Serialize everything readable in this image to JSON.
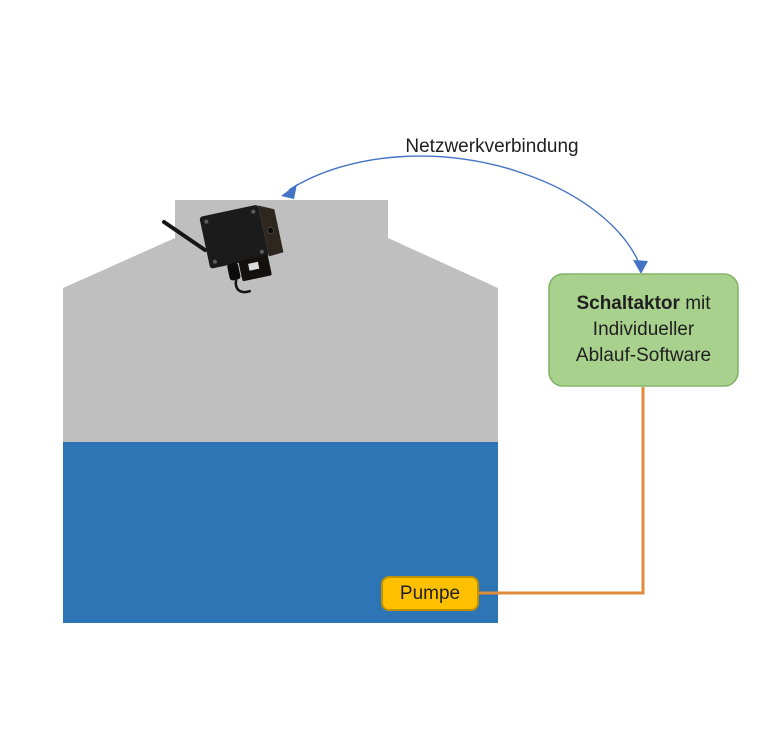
{
  "labels": {
    "network": "Netzwerkverbindung",
    "actor_bold": "Schaltaktor",
    "actor_bold_suffix": " mit",
    "actor_line2": "Individueller",
    "actor_line3": "Ablauf-Software",
    "pump": "Pumpe"
  },
  "colors": {
    "tank_gray": "#BFBFBF",
    "water_blue": "#2E75B6",
    "actor_fill": "#A9D18E",
    "actor_border": "#84B568",
    "pump_fill": "#FFC000",
    "pump_border": "#BF9000",
    "connector_orange": "#E08B3C",
    "arrow_blue": "#4472C4",
    "sensor_black": "#1B1B1B",
    "text_color": "#1F1F1F"
  },
  "icons": {
    "sensor": "wireless-sensor-box-icon"
  }
}
